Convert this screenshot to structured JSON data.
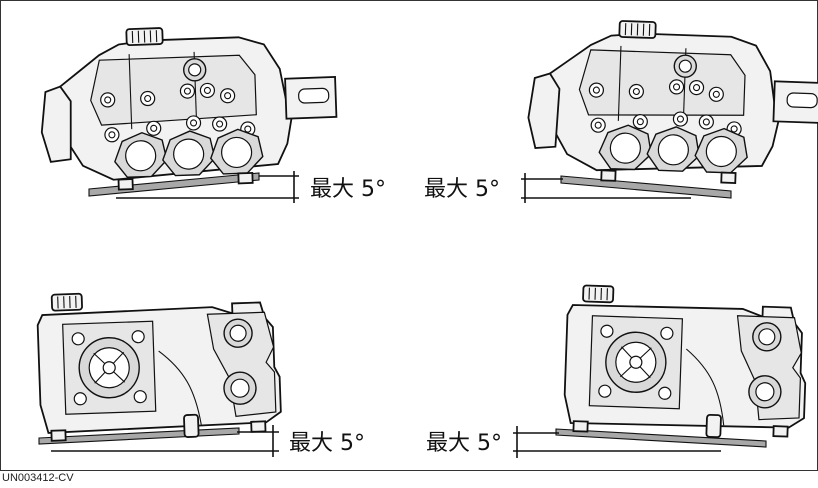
{
  "angle_label": "最大 5°",
  "labels": [
    "最大 5°",
    "最大 5°",
    "最大 5°",
    "最大 5°"
  ],
  "drawing_code": "UN003412-CV",
  "max_tilt_degrees": 5
}
